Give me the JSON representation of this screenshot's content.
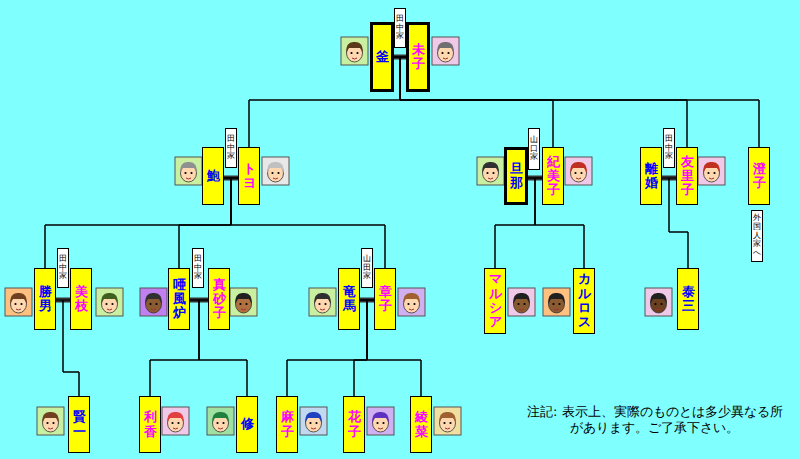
{
  "diagram": {
    "nodes": [
      {
        "text": [
          "田中家"
        ]
      },
      {
        "text": [
          "釜"
        ]
      },
      {
        "text": [
          "未子"
        ]
      },
      {
        "text": [
          "田中家"
        ]
      },
      {
        "text": [
          "鮑"
        ]
      },
      {
        "text": [
          "トヨ"
        ]
      },
      {
        "text": [
          "山口家"
        ]
      },
      {
        "text": [
          "旦那"
        ]
      },
      {
        "text": [
          "紀美子"
        ]
      },
      {
        "text": [
          "田中家"
        ]
      },
      {
        "text": [
          "離婚"
        ]
      },
      {
        "text": [
          "友里子"
        ]
      },
      {
        "text": [
          "澄子"
        ]
      },
      {
        "text": [
          "外国人家へ"
        ]
      },
      {
        "text": [
          "田中家"
        ]
      },
      {
        "text": [
          "勝男"
        ]
      },
      {
        "text": [
          "美枝"
        ]
      },
      {
        "text": [
          "田中家"
        ]
      },
      {
        "text": [
          "唖風炉"
        ]
      },
      {
        "text": [
          "真砂子"
        ]
      },
      {
        "text": [
          "山田家"
        ]
      },
      {
        "text": [
          "竜馬"
        ]
      },
      {
        "text": [
          "章子"
        ]
      },
      {
        "text": [
          "マルシア"
        ]
      },
      {
        "text": [
          "カルロス"
        ]
      },
      {
        "text": [
          "泰三"
        ]
      },
      {
        "text": [
          "賢一"
        ]
      },
      {
        "text": [
          "利香"
        ]
      },
      {
        "text": [
          "修"
        ]
      },
      {
        "text": [
          "麻子"
        ]
      },
      {
        "text": [
          "花子"
        ]
      },
      {
        "text": [
          "綾菜"
        ]
      }
    ],
    "edges": [
      {
        "from": 1,
        "to": 2,
        "arrow": "none"
      },
      {
        "from": 4,
        "to": 5,
        "arrow": "none"
      },
      {
        "from": 7,
        "to": 8,
        "arrow": "none"
      },
      {
        "from": 10,
        "to": 11,
        "arrow": "none"
      },
      {
        "from": 15,
        "to": 16,
        "arrow": "none"
      },
      {
        "from": 18,
        "to": 19,
        "arrow": "none"
      },
      {
        "from": 21,
        "to": 22,
        "arrow": "none"
      },
      {
        "from": 1,
        "to": 5,
        "arrow": "none"
      },
      {
        "from": 2,
        "to": 5,
        "arrow": "none"
      },
      {
        "from": 1,
        "to": 8,
        "arrow": "none"
      },
      {
        "from": 2,
        "to": 8,
        "arrow": "none"
      },
      {
        "from": 1,
        "to": 11,
        "arrow": "none"
      },
      {
        "from": 2,
        "to": 11,
        "arrow": "none"
      },
      {
        "from": 1,
        "to": 12,
        "arrow": "none"
      },
      {
        "from": 2,
        "to": 12,
        "arrow": "none"
      },
      {
        "from": 4,
        "to": 15,
        "arrow": "none"
      },
      {
        "from": 5,
        "to": 15,
        "arrow": "none"
      },
      {
        "from": 4,
        "to": 18,
        "arrow": "none"
      },
      {
        "from": 5,
        "to": 18,
        "arrow": "none"
      },
      {
        "from": 4,
        "to": 22,
        "arrow": "none"
      },
      {
        "from": 5,
        "to": 22,
        "arrow": "none"
      },
      {
        "from": 7,
        "to": 23,
        "arrow": "none"
      },
      {
        "from": 8,
        "to": 23,
        "arrow": "none"
      },
      {
        "from": 7,
        "to": 24,
        "arrow": "none"
      },
      {
        "from": 8,
        "to": 24,
        "arrow": "none"
      },
      {
        "from": 10,
        "to": 25,
        "arrow": "none"
      },
      {
        "from": 11,
        "to": 25,
        "arrow": "none"
      },
      {
        "from": 15,
        "to": 26,
        "arrow": "none"
      },
      {
        "from": 16,
        "to": 26,
        "arrow": "none"
      },
      {
        "from": 18,
        "to": 27,
        "arrow": "none"
      },
      {
        "from": 19,
        "to": 27,
        "arrow": "none"
      },
      {
        "from": 18,
        "to": 28,
        "arrow": "none"
      },
      {
        "from": 19,
        "to": 28,
        "arrow": "none"
      },
      {
        "from": 21,
        "to": 29,
        "arrow": "none"
      },
      {
        "from": 22,
        "to": 29,
        "arrow": "none"
      },
      {
        "from": 21,
        "to": 30,
        "arrow": "none"
      },
      {
        "from": 22,
        "to": 30,
        "arrow": "none"
      },
      {
        "from": 21,
        "to": 31,
        "arrow": "none"
      },
      {
        "from": 22,
        "to": 31,
        "arrow": "none"
      }
    ],
    "labels": [
      "注記: 表示上、実際のものとは多少異なる所があります。ご了承下さい。"
    ]
  }
}
